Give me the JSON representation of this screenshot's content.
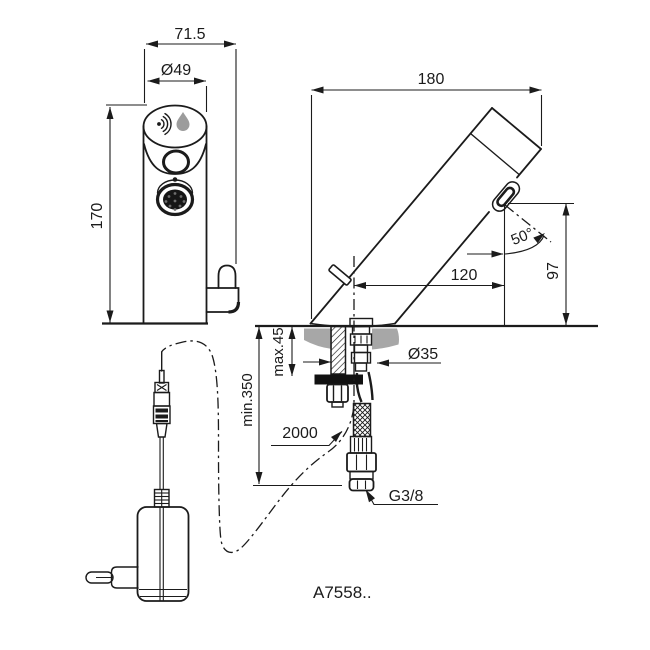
{
  "drawing": {
    "product_code": "A7558..",
    "views": {
      "front": {
        "labels": {
          "overall_depth": "71.5",
          "body_diameter": "Ø49",
          "height": "170"
        }
      },
      "side": {
        "labels": {
          "overall_length": "180",
          "spout_angle": "50°",
          "spout_reach": "120",
          "spout_height": "97"
        }
      },
      "installation": {
        "labels": {
          "deck_thickness": "max.45",
          "hole_diameter": "Ø35",
          "clearance_below": "min.350",
          "cable_length": "2000",
          "connection_thread": "G3/8"
        }
      }
    },
    "icons": [
      "sensor-waves-icon",
      "water-drop-icon"
    ],
    "colors": {
      "line": "#1b1b1b",
      "deck_fill": "#a7a7a7",
      "drop_fill": "#9c9c9c",
      "aerator_fill": "#161616",
      "background": "#ffffff"
    }
  }
}
